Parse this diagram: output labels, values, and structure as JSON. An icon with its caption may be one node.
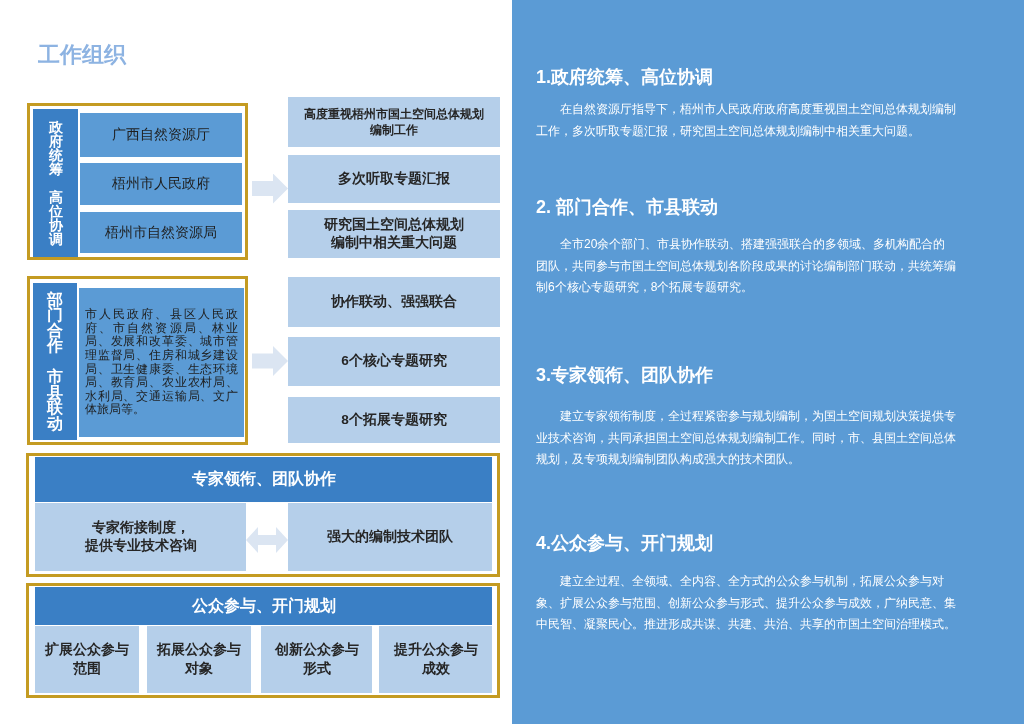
{
  "diagram": {
    "title": "工作组织",
    "nodes": [
      {
        "text": [],
        "shape": "box"
      },
      {
        "text": [
          "政府统筹",
          "高位协调"
        ],
        "in": 0
      },
      {
        "text": [
          "广西自然资源厅"
        ],
        "in": 0
      },
      {
        "text": [
          "梧州市人民政府"
        ],
        "in": 0
      },
      {
        "text": [
          "梧州市自然资源局"
        ],
        "in": 0
      },
      {
        "text": [
          "高度重视梧州市国土空间总体规划编制工作"
        ]
      },
      {
        "text": [
          "多次听取专题汇报"
        ]
      },
      {
        "text": [
          "研究国土空间总体规划编制中相关重大问题"
        ]
      },
      {
        "text": [],
        "shape": "box"
      },
      {
        "text": [
          "部门合作",
          "市县联动"
        ],
        "in": 8
      },
      {
        "text": [
          "市人民政府、县区人民政府、市自然资源局、林业局、发展和改革委、城市管理监督局、住房和城乡建设局、卫生健康委、生态环境局、教育局、农业农村局、水利局、交通运输局、文广体旅局等。"
        ],
        "in": 8
      },
      {
        "text": [
          "协作联动、强强联合"
        ]
      },
      {
        "text": [
          "6个核心专题研究"
        ]
      },
      {
        "text": [
          "8个拓展专题研究"
        ]
      },
      {
        "text": [],
        "shape": "box"
      },
      {
        "text": [
          "专家领衔、团队协作"
        ],
        "in": 14
      },
      {
        "text": [
          "专家衔接制度，提供专业技术咨询"
        ],
        "in": 14
      },
      {
        "text": [
          "强大的编制技术团队"
        ],
        "in": 14
      },
      {
        "text": [],
        "shape": "box"
      },
      {
        "text": [
          "公众参与、开门规划"
        ],
        "in": 18
      },
      {
        "text": [
          "扩展公众参与范围"
        ],
        "in": 18
      },
      {
        "text": [
          "拓展公众参与对象"
        ],
        "in": 18
      },
      {
        "text": [
          "创新公众参与形式"
        ],
        "in": 18
      },
      {
        "text": [
          "提升公众参与成效"
        ],
        "in": 18
      }
    ],
    "edges": [
      {
        "from": 0,
        "to": 6,
        "arrow": "to"
      },
      {
        "from": 8,
        "to": 12,
        "arrow": "to"
      },
      {
        "from": 16,
        "to": 17,
        "arrow": "both"
      }
    ],
    "labels": [
      "1.政府统筹、高位协调",
      "在自然资源厅指导下，梧州市人民政府政府高度重视国土空间总体规划编制工作，多次听取专题汇报，研究国土空间总体规划编制中相关重大问题。",
      "2. 部门合作、市县联动",
      "全市20余个部门、市县协作联动、搭建强强联合的多领域、多机构配合的团队，共同参与市国土空间总体规划各阶段成果的讨论编制部门联动，共统筹编制6个核心专题研究，8个拓展专题研究。",
      "3.专家领衔、团队协作",
      "建立专家领衔制度，全过程紧密参与规划编制，为国土空间规划决策提供专业技术咨询，共同承担国土空间总体规划编制工作。同时，市、县国土空间总体规划，及专项规划编制团队构成强大的技术团队。",
      "4.公众参与、开门规划",
      "建立全过程、全领域、全内容、全方式的公众参与机制，拓展公众参与对象、扩展公众参与范围、创新公众参与形式、提升公众参与成效，广纳民意、集中民智、凝聚民心。推进形成共谋、共建、共治、共享的市国土空间治理模式。"
    ]
  }
}
